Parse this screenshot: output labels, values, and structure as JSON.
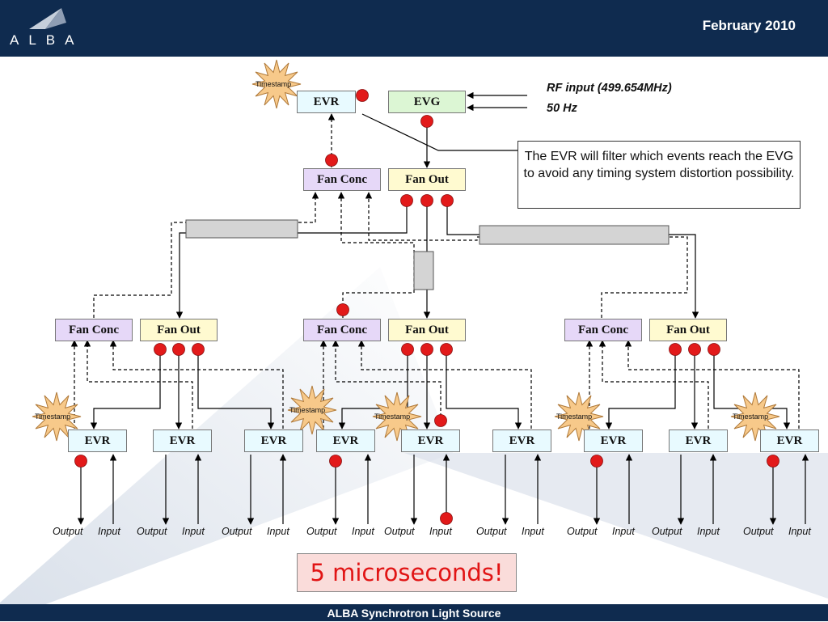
{
  "header": {
    "logo_text": "ALBA",
    "date": "February 2010"
  },
  "footer": {
    "text": "ALBA Synchrotron Light Source"
  },
  "colors": {
    "header_bg": "#0f2b4f",
    "connector_dot": "#e21a1a",
    "timestamp_star": "#f7c98a",
    "highlight_bg": "#fadcda",
    "highlight_text": "#e11414"
  },
  "top": {
    "evr_label": "EVR",
    "evg_label": "EVG",
    "fan_conc_label": "Fan Conc",
    "fan_out_label": "Fan Out",
    "timestamp_label": "Timestamp",
    "rf_input": "RF input (499.654MHz)",
    "hz_input": "50 Hz"
  },
  "note": "The EVR will filter which  events reach the EVG to avoid any timing system distortion possibility.",
  "branches": [
    {
      "fan_conc_label": "Fan Conc",
      "fan_out_label": "Fan Out"
    },
    {
      "fan_conc_label": "Fan Conc",
      "fan_out_label": "Fan Out"
    },
    {
      "fan_conc_label": "Fan Conc",
      "fan_out_label": "Fan Out"
    }
  ],
  "leaf_evrs": [
    {
      "label": "EVR",
      "output": "Output",
      "input": "Input"
    },
    {
      "label": "EVR",
      "output": "Output",
      "input": "Input"
    },
    {
      "label": "EVR",
      "output": "Output",
      "input": "Input"
    },
    {
      "label": "EVR",
      "output": "Output",
      "input": "Input"
    },
    {
      "label": "EVR",
      "output": "Output",
      "input": "Input"
    },
    {
      "label": "EVR",
      "output": "Output",
      "input": "Input"
    },
    {
      "label": "EVR",
      "output": "Output",
      "input": "Input"
    },
    {
      "label": "EVR",
      "output": "Output",
      "input": "Input"
    },
    {
      "label": "EVR",
      "output": "Output",
      "input": "Input"
    }
  ],
  "timestamps": [
    "Timestamp",
    "Timestamp",
    "Timestamp",
    "Timestamp",
    "Timestamp"
  ],
  "highlight": "5 microseconds!"
}
